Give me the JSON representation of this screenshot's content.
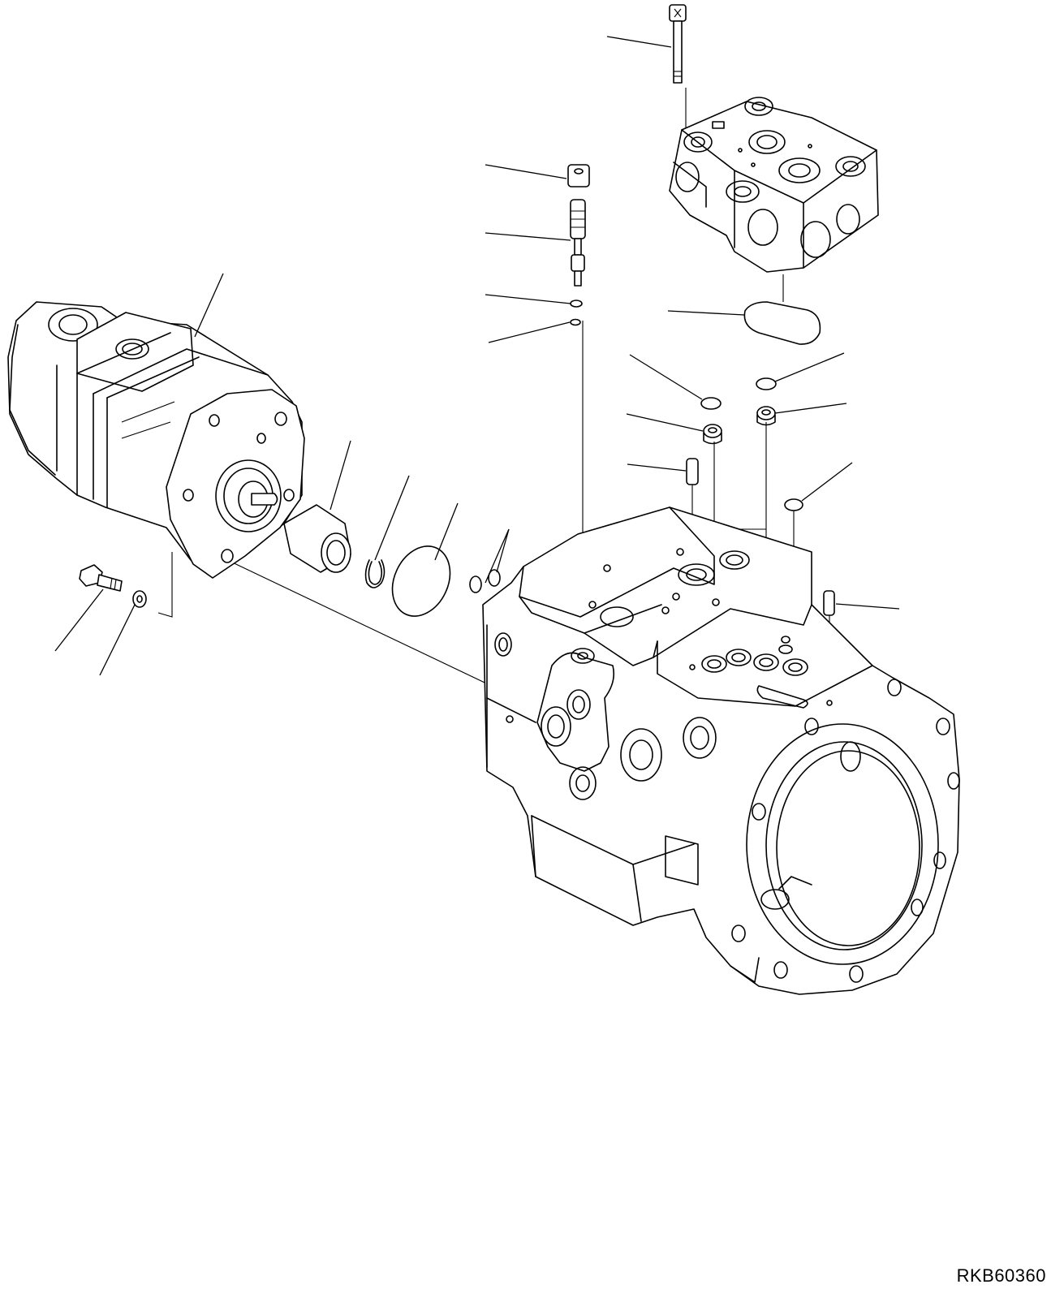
{
  "drawing_code": "RKB60360",
  "parts": [
    {
      "name": "bolt-top",
      "leader": true
    },
    {
      "name": "cover-block",
      "leader": false
    },
    {
      "name": "plug-cap",
      "leader": true
    },
    {
      "name": "spool-valve",
      "leader": true
    },
    {
      "name": "small-o-ring-1",
      "leader": true
    },
    {
      "name": "small-o-ring-2",
      "leader": true
    },
    {
      "name": "gasket",
      "leader": true
    },
    {
      "name": "o-ring-a",
      "leader": true
    },
    {
      "name": "o-ring-b",
      "leader": true
    },
    {
      "name": "plug-a",
      "leader": true
    },
    {
      "name": "plug-b",
      "leader": true
    },
    {
      "name": "dowel-pin-1",
      "leader": true
    },
    {
      "name": "o-ring-c",
      "leader": true
    },
    {
      "name": "dowel-pin-2",
      "leader": true
    },
    {
      "name": "gear-pump",
      "leader": true
    },
    {
      "name": "coupling",
      "leader": true
    },
    {
      "name": "snap-ring",
      "leader": true
    },
    {
      "name": "large-o-ring",
      "leader": true
    },
    {
      "name": "o-ring-pair",
      "leader": true
    },
    {
      "name": "mounting-bolt",
      "leader": true
    },
    {
      "name": "washer",
      "leader": true
    },
    {
      "name": "pump-housing",
      "leader": false
    }
  ]
}
